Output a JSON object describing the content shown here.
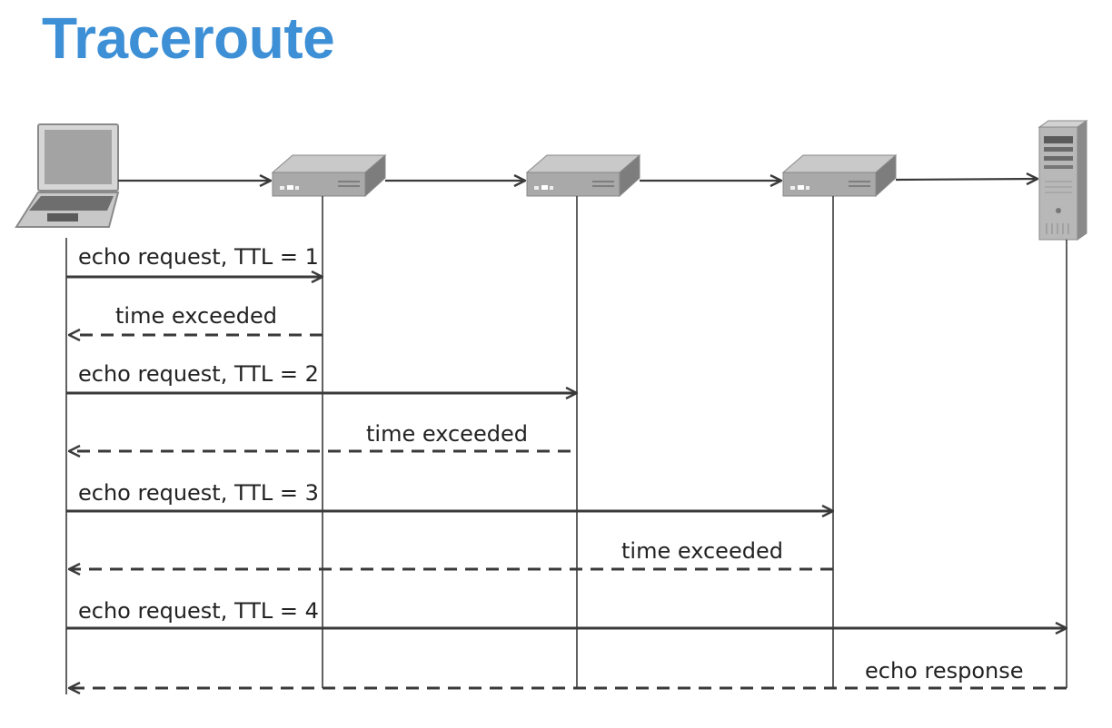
{
  "title": "Traceroute",
  "colors": {
    "title": "#3d8fd6",
    "line": "#3a3a3a",
    "device_body": "#a9a9a9",
    "device_dark": "#7a7a7a"
  },
  "nodes": [
    {
      "id": "laptop",
      "icon": "laptop-icon"
    },
    {
      "id": "router-1",
      "icon": "router-icon"
    },
    {
      "id": "router-2",
      "icon": "router-icon"
    },
    {
      "id": "router-3",
      "icon": "router-icon"
    },
    {
      "id": "server",
      "icon": "server-icon"
    }
  ],
  "messages": [
    {
      "label": "echo request, TTL = 1",
      "from": "laptop",
      "to": "router-1",
      "style": "solid"
    },
    {
      "label": "time exceeded",
      "from": "router-1",
      "to": "laptop",
      "style": "dashed"
    },
    {
      "label": "echo request, TTL = 2",
      "from": "laptop",
      "to": "router-2",
      "style": "solid"
    },
    {
      "label": "time exceeded",
      "from": "router-2",
      "to": "laptop",
      "style": "dashed"
    },
    {
      "label": "echo request, TTL = 3",
      "from": "laptop",
      "to": "router-3",
      "style": "solid"
    },
    {
      "label": "time exceeded",
      "from": "router-3",
      "to": "laptop",
      "style": "dashed"
    },
    {
      "label": "echo request, TTL = 4",
      "from": "laptop",
      "to": "server",
      "style": "solid"
    },
    {
      "label": "echo response",
      "from": "server",
      "to": "laptop",
      "style": "dashed"
    }
  ]
}
